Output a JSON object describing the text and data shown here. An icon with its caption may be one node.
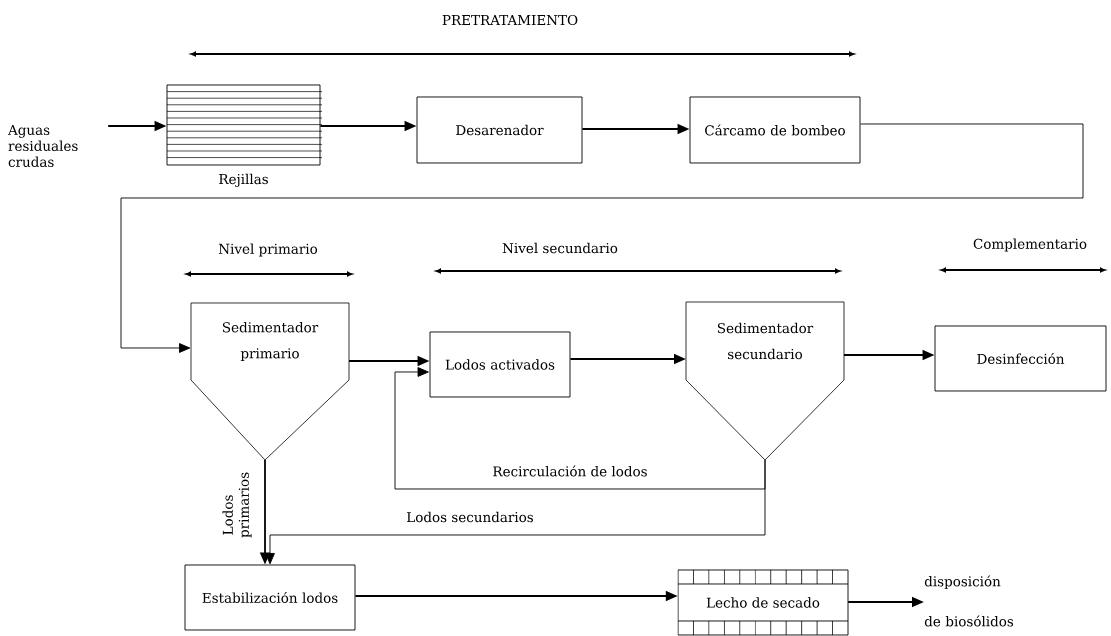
{
  "diagram": {
    "nodes": [
      {
        "text": [
          "Aguas residuales crudas"
        ]
      },
      {
        "text": [],
        "shape": "box",
        "beside": [
          "Rejillas"
        ]
      },
      {
        "text": [
          "Desarenador"
        ]
      },
      {
        "text": [
          "Cárcamo de bombeo"
        ]
      },
      {
        "text": [
          "Sedimentador primario"
        ]
      },
      {
        "text": [
          "Lodos activados"
        ]
      },
      {
        "text": [
          "Sedimentador secundario"
        ]
      },
      {
        "text": [
          "Desinfección"
        ]
      },
      {
        "text": [
          "Estabilización lodos"
        ]
      },
      {
        "text": [
          "Lecho de secado"
        ]
      },
      {
        "text": [
          "disposición",
          "de biosólidos"
        ]
      }
    ],
    "edges": [
      {
        "from": 0,
        "to": 1,
        "arrow": "to"
      },
      {
        "from": 1,
        "to": 2,
        "arrow": "to"
      },
      {
        "from": 2,
        "to": 3,
        "arrow": "to"
      },
      {
        "from": 3,
        "to": 4,
        "arrow": "to"
      },
      {
        "from": 4,
        "to": 5,
        "arrow": "to"
      },
      {
        "from": 5,
        "to": 6,
        "arrow": "to"
      },
      {
        "from": 6,
        "to": 7,
        "arrow": "to"
      },
      {
        "from": 6,
        "to": 5,
        "arrow": "to",
        "label": "Recirculación de lodos"
      },
      {
        "from": 4,
        "to": 8,
        "arrow": "to",
        "label": "Lodos primarios"
      },
      {
        "from": 6,
        "to": 8,
        "arrow": "to",
        "label": "Lodos secundarios"
      },
      {
        "from": 8,
        "to": 9,
        "arrow": "to"
      },
      {
        "from": 9,
        "to": 10,
        "arrow": "to"
      }
    ],
    "labels": [
      "PRETRATAMIENTO",
      "Nivel primario",
      "Nivel secundario",
      "Complementario"
    ]
  }
}
